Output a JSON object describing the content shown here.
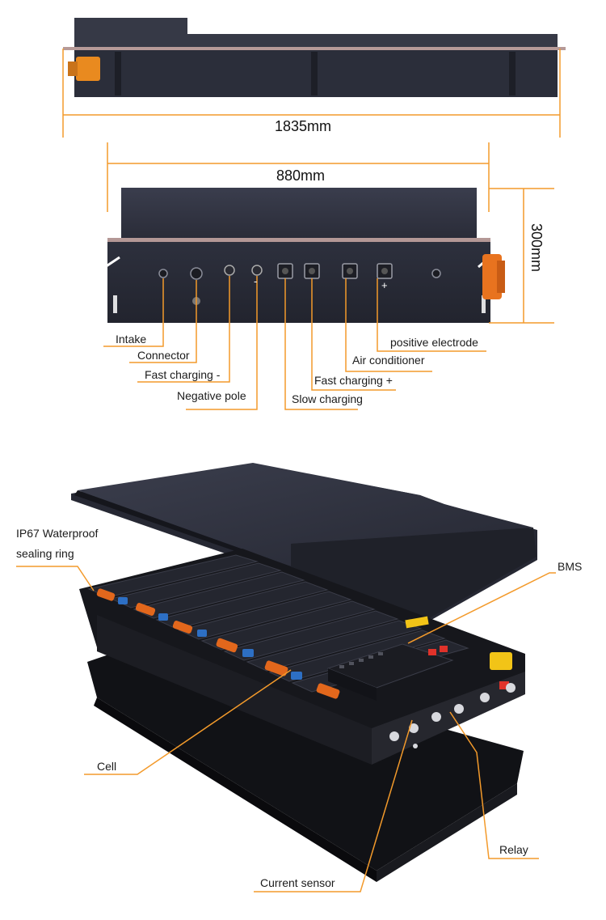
{
  "colors": {
    "accent": "#f39a2b",
    "body": "#2e3140",
    "body_dark": "#1e2029",
    "module_top": "#20222b",
    "connector_orange": "#e2671c",
    "connector_blue": "#2d6fc4",
    "bms_yellow": "#f2c417",
    "relay_red": "#e0322a"
  },
  "dimensions": {
    "length": "1835mm",
    "width": "880mm",
    "height": "300mm"
  },
  "ports_labels": {
    "intake": "Intake",
    "connector": "Connector",
    "fast_charging_neg": "Fast charging -",
    "negative_pole": "Negative pole",
    "slow_charging": "Slow charging",
    "fast_charging_pos": "Fast charging +",
    "air_conditioner": "Air conditioner",
    "positive_electrode": "positive electrode",
    "minus_sign": "-",
    "plus_sign": "+"
  },
  "exploded_labels": {
    "ip67_line1": "IP67 Waterproof",
    "ip67_line2": "sealing ring",
    "bms": "BMS",
    "cell": "Cell",
    "relay": "Relay",
    "current_sensor": "Current sensor"
  }
}
